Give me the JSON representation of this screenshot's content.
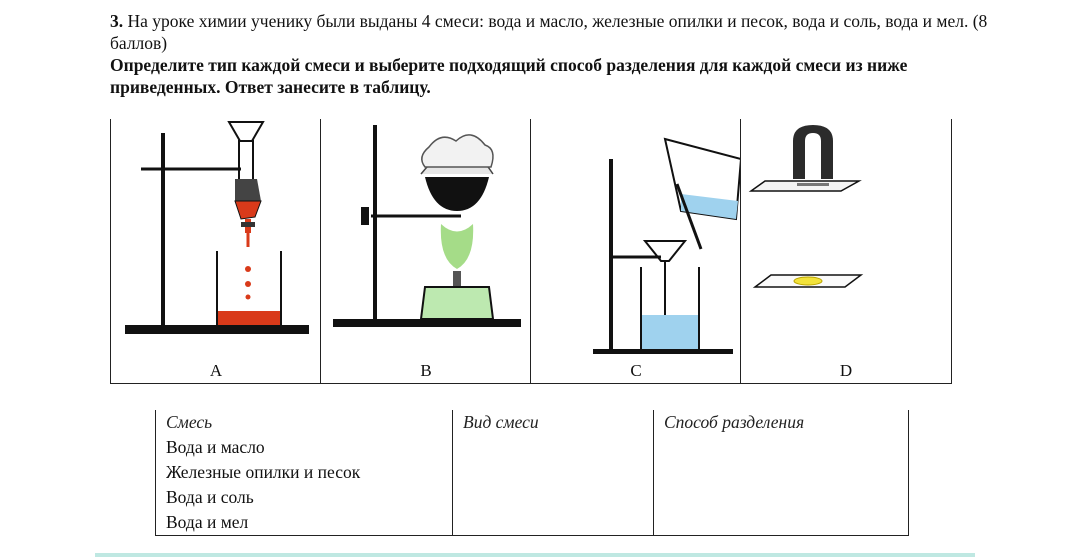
{
  "task": {
    "number": "3.",
    "line1": "На уроке химии ученику были выданы 4 смеси: вода и масло, железные опилки и песок, вода и соль, вода и мел.",
    "points": "(8 баллов)",
    "line2": "Определите тип каждой смеси и выберите подходящий способ разделения для каждой смеси из ниже приведенных.",
    "line3": "Ответ занесите в таблицу."
  },
  "figures": [
    {
      "letter": "A",
      "icon": "separatory-funnel-icon"
    },
    {
      "letter": "B",
      "icon": "evaporation-icon"
    },
    {
      "letter": "C",
      "icon": "filtration-icon"
    },
    {
      "letter": "D",
      "icon": "magnet-icon"
    }
  ],
  "table": {
    "headers": [
      "Смесь",
      "Вид смеси",
      "Способ разделения"
    ],
    "rows": [
      [
        "Вода и масло",
        "",
        ""
      ],
      [
        "Железные опилки и песок",
        "",
        ""
      ],
      [
        "Вода и соль",
        "",
        ""
      ],
      [
        "Вода и мел",
        "",
        ""
      ]
    ]
  },
  "colors": {
    "red_liquid": "#d93a1a",
    "flame_green": "#8fd36a",
    "water_blue": "#9fd2ee",
    "sulfur_yellow": "#f2e23a",
    "magnet_dark": "#2b2b2b"
  }
}
